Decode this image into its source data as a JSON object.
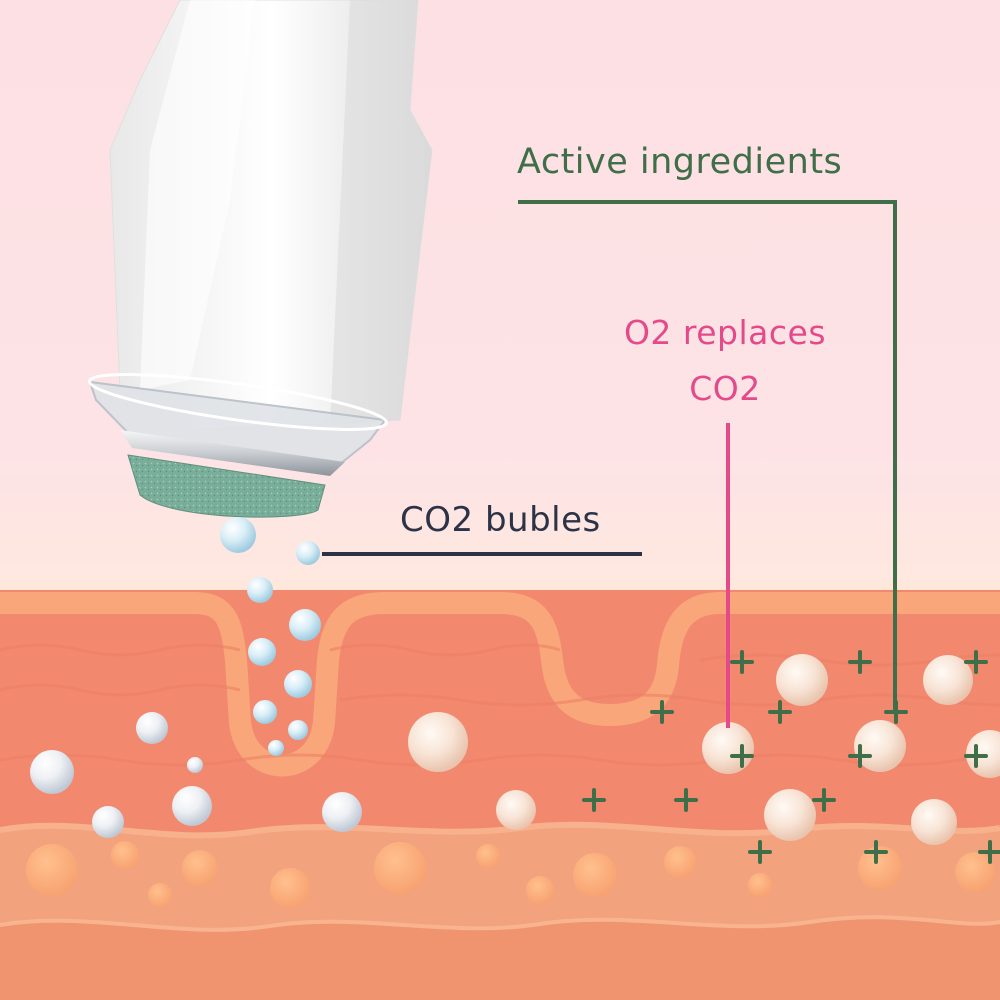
{
  "labels": {
    "active_ingredients": "Active ingredients",
    "o2_replaces_line1": "O2 replaces",
    "o2_replaces_line2": "CO2",
    "co2_bubbles": "CO2 bubles"
  },
  "colors": {
    "background_top": "#fde0e3",
    "background_glow": "#ffe9d2",
    "skin_surface": "#f2896f",
    "skin_ridge": "#f9a77a",
    "skin_deep": "#f3a27e",
    "fat_cell": "#fbb282",
    "active_ingredients": "#3f6e48",
    "o2_replaces": "#e44a8a",
    "co2_bubbles": "#2d3347",
    "device_body": "#f1f1f1",
    "device_tip": "#78ad99",
    "ingredient_sphere": "#f7e0d2",
    "co2_bubble": "#cfe6f1"
  },
  "icons": {
    "device": "skincare-device-icon",
    "ingredient": "plus-icon",
    "bubble": "bubble-icon"
  }
}
